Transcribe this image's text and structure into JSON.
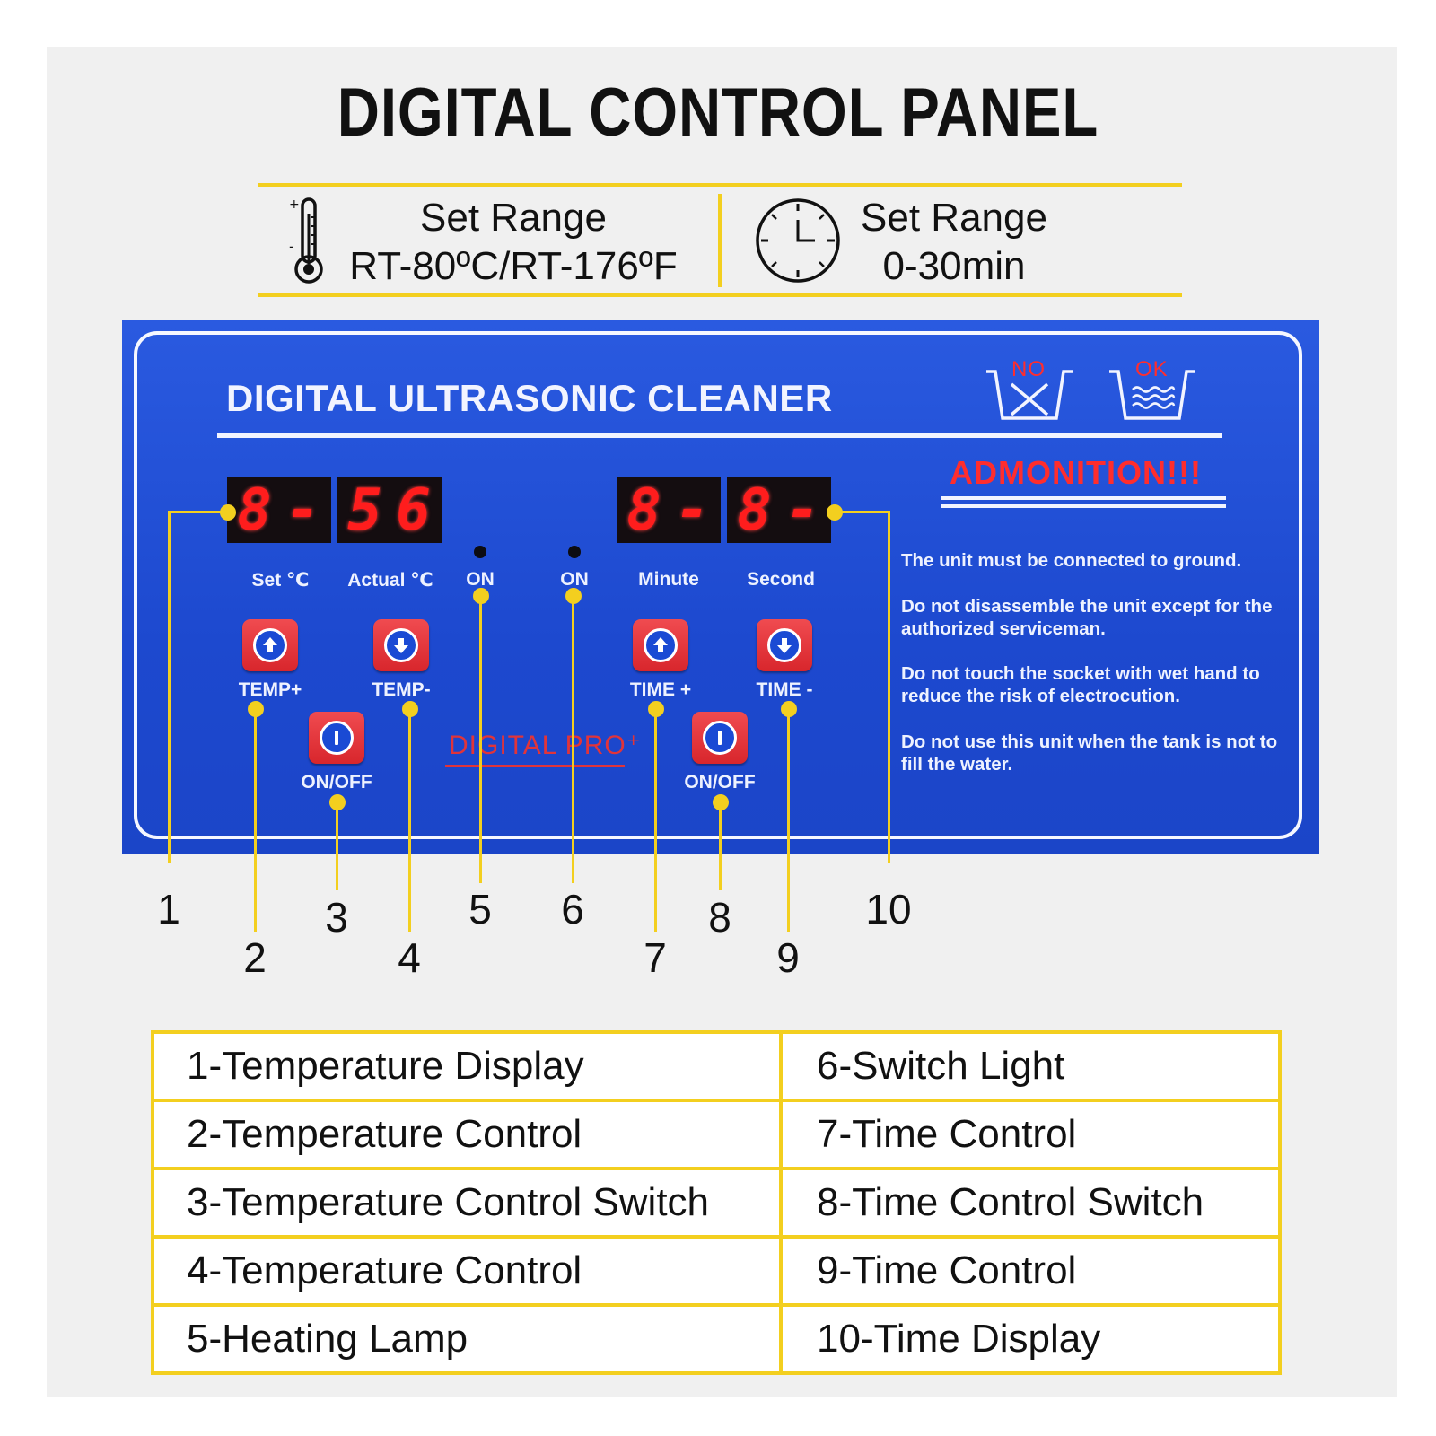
{
  "title": "DIGITAL CONTROL PANEL",
  "specs": {
    "temperature": {
      "heading": "Set Range",
      "value": "RT-80ºC/RT-176ºF",
      "icon": "thermometer-icon"
    },
    "time": {
      "heading": "Set Range",
      "value": "0-30min",
      "icon": "clock-icon"
    }
  },
  "panel": {
    "title": "DIGITAL ULTRASONIC CLEANER",
    "brand": "DIGITAL PRO⁺",
    "care_icons": {
      "no_label": "NO",
      "ok_label": "OK"
    },
    "temp_display": {
      "set_digits": [
        "8",
        "-"
      ],
      "actual_digits": [
        "5",
        "6"
      ]
    },
    "time_display": {
      "minute_digits": [
        "8",
        "-"
      ],
      "second_digits": [
        "8",
        "-"
      ]
    },
    "labels": {
      "set_c": "Set  ℃",
      "actual_c": "Actual ℃",
      "on_left": "ON",
      "on_right": "ON",
      "minute": "Minute",
      "second": "Second",
      "temp_plus": "TEMP+",
      "temp_minus": "TEMP-",
      "time_plus": "TIME +",
      "time_minus": "TIME -",
      "onoff_left": "ON/OFF",
      "onoff_right": "ON/OFF"
    },
    "admonition": {
      "title": "ADMONITION!!!",
      "items": [
        "The unit must be connected to ground.",
        "Do not disassemble the unit except for the authorized serviceman.",
        "Do not touch the socket with wet hand to reduce the risk of electrocution.",
        "Do not use this unit when the tank is not to fill the water."
      ]
    }
  },
  "callouts": [
    "1",
    "2",
    "3",
    "4",
    "5",
    "6",
    "7",
    "8",
    "9",
    "10"
  ],
  "legend": {
    "left": [
      "1-Temperature Display",
      "2-Temperature Control",
      "3-Temperature Control Switch",
      "4-Temperature Control",
      "5-Heating Lamp"
    ],
    "right": [
      "6-Switch Light",
      "7-Time Control",
      "8-Time Control Switch",
      "9-Time Control",
      "10-Time Display"
    ]
  },
  "colors": {
    "panel_blue": "#1f4fd6",
    "accent_yellow": "#f3cf1f",
    "segment_red": "#ff1d1d",
    "button_red": "#e0343a",
    "warning_red": "#ff2d2d"
  }
}
